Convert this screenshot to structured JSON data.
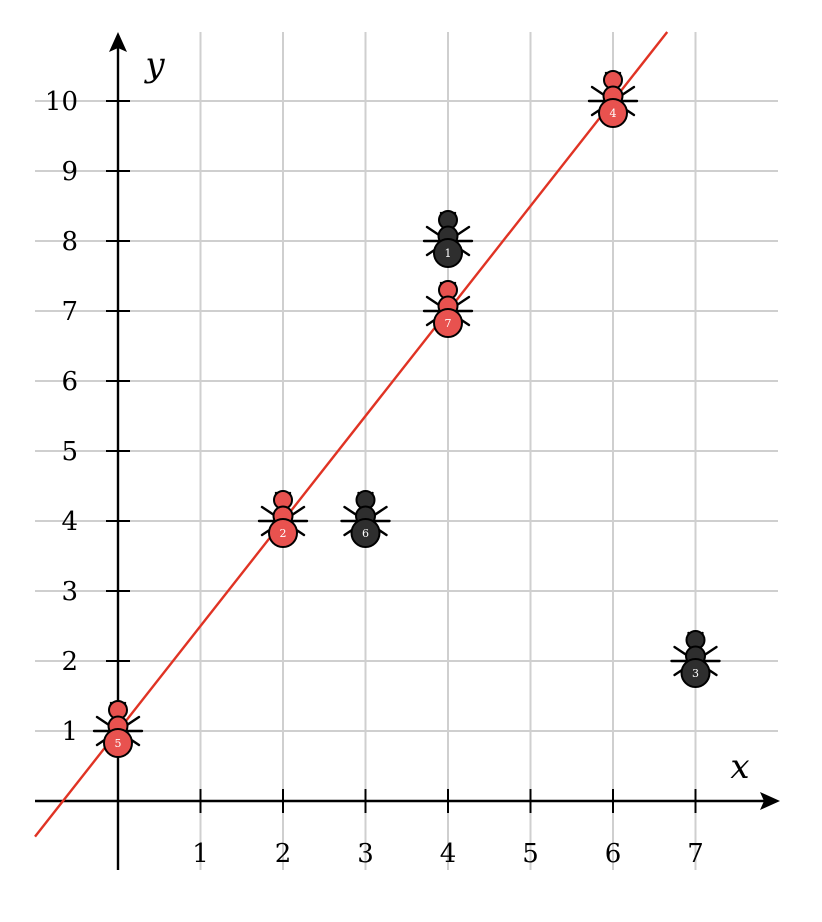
{
  "chart_data": {
    "type": "scatter",
    "title": "",
    "xlabel": "x",
    "ylabel": "y",
    "xlim": [
      -1,
      8
    ],
    "ylim": [
      -1,
      11
    ],
    "x_ticks": [
      1,
      2,
      3,
      4,
      5,
      6,
      7
    ],
    "y_ticks": [
      1,
      2,
      3,
      4,
      5,
      6,
      7,
      8,
      9,
      10
    ],
    "grid": true,
    "colors": {
      "on_line": "#e8524f",
      "off_line": "#2e2e2e",
      "line": "#e03324",
      "grid": "#cfcfcf"
    },
    "points": [
      {
        "label": "1",
        "x": 4,
        "y": 8,
        "on_line": false
      },
      {
        "label": "2",
        "x": 2,
        "y": 4,
        "on_line": true
      },
      {
        "label": "3",
        "x": 7,
        "y": 2,
        "on_line": false
      },
      {
        "label": "4",
        "x": 6,
        "y": 10,
        "on_line": true
      },
      {
        "label": "5",
        "x": 0,
        "y": 1,
        "on_line": true
      },
      {
        "label": "6",
        "x": 3,
        "y": 4,
        "on_line": false
      },
      {
        "label": "7",
        "x": 4,
        "y": 7,
        "on_line": true
      }
    ],
    "line": {
      "slope": 1.5,
      "intercept": 1
    }
  }
}
